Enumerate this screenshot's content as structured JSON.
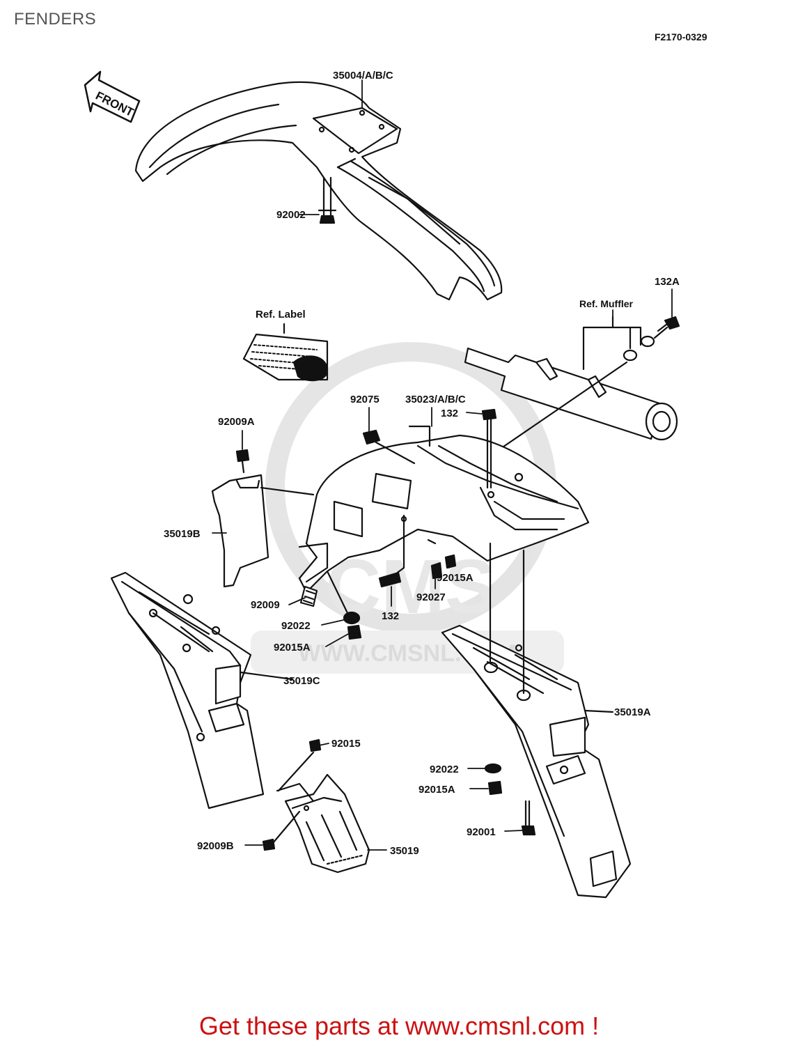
{
  "page": {
    "title": "FENDERS",
    "diagram_code": "F2170-0329",
    "footer_text": "Get these parts at www.cmsnl.com !",
    "watermark_text": "CMS",
    "watermark_url": "WWW.CMSNL.COM"
  },
  "arrow": {
    "label": "FRONT"
  },
  "callouts": {
    "p35004": "35004/A/B/C",
    "p92002": "92002",
    "p132A": "132A",
    "ref_muffler": "Ref. Muffler",
    "ref_label": "Ref. Label",
    "p92075": "92075",
    "p35023": "35023/A/B/C",
    "p132_top": "132",
    "p92009A": "92009A",
    "p35019B": "35019B",
    "p92015A_mid": "92015A",
    "p92027": "92027",
    "p132_mid": "132",
    "p92009": "92009",
    "p92022_left": "92022",
    "p92015A_left": "92015A",
    "p35019C": "35019C",
    "p35019A": "35019A",
    "p92015": "92015",
    "p92022_right": "92022",
    "p92015A_right": "92015A",
    "p92001": "92001",
    "p92009B": "92009B",
    "p35019": "35019"
  },
  "colors": {
    "line": "#111111",
    "footer": "#cc1111",
    "title": "#555555",
    "watermark": "#d0d0d0"
  }
}
